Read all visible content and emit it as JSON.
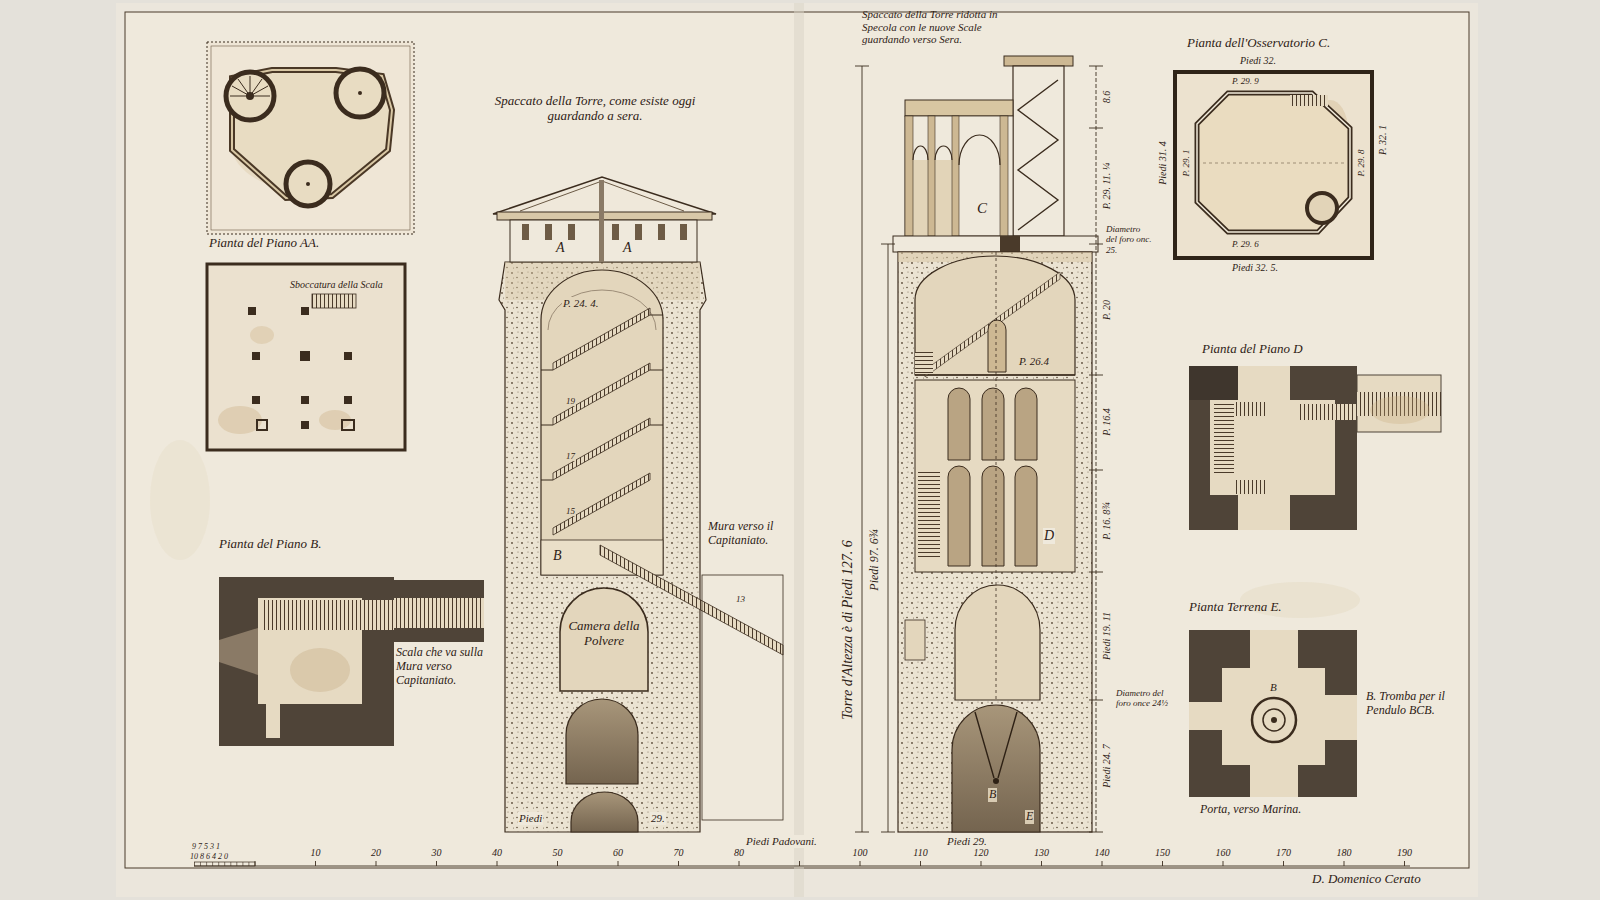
{
  "diagram": {
    "nodes": [
      {
        "text": [
          "Pianta del Piano AA."
        ]
      },
      {
        "text": [
          "Sboccatura della Scala"
        ]
      },
      {
        "text": [
          "Pianta del Piano B."
        ]
      },
      {
        "text": [
          "Spaccato della Torre, come esiste oggi guardando a sera."
        ]
      },
      {
        "text": [
          "Camera della Polvere"
        ],
        "in": 3
      },
      {
        "text": [
          "Spaccato della Torre ridotta in Specola con le nuove Scale guardando verso Sera."
        ]
      },
      {
        "text": [
          "Pianta dell'Osservatorio C."
        ]
      },
      {
        "text": [
          "Pianta del Piano D"
        ]
      },
      {
        "text": [
          "Pianta Terrena E."
        ]
      }
    ],
    "labels": [
      "A",
      "A",
      "P. 24. 4.",
      "19",
      "17",
      "15",
      "B",
      "Mura verso il Capitaniato.",
      "13",
      "Piedi",
      "29.",
      "Scala che va sulla Mura verso Capitaniato.",
      "Piedi Padovani.",
      "10",
      "20",
      "30",
      "40",
      "50",
      "60",
      "70",
      "80",
      "100",
      "110",
      "120",
      "130",
      "140",
      "150",
      "160",
      "170",
      "180",
      "190",
      "9 7 5 3 1",
      "10 8 6 4 2 0",
      "C",
      "P. 26.4",
      "D",
      "B",
      "E",
      "Piedi 29.",
      "8.6",
      "P. 29. 11. ¼",
      "Diametro del foro onc. 25.",
      "P. 20",
      "P. 16.4",
      "P. 16. 8¾",
      "Piedi 19. 11",
      "Diametro del foro once 24½",
      "Piedi 24. 7",
      "Torre d'Altezza è di Piedi 127. 6",
      "Piedi 97. 6¾",
      "Piedi 32.",
      "P. 29. 9",
      "P. 29. 1",
      "Piedi 31. 4",
      "P. 29. 8",
      "P. 32. 1",
      "P. 29. 6",
      "Piedi 32. 5.",
      "B",
      "B. Tromba per il Pendulo BCB.",
      "Porta, verso Marina.",
      "D. Domenico Cerato"
    ]
  }
}
